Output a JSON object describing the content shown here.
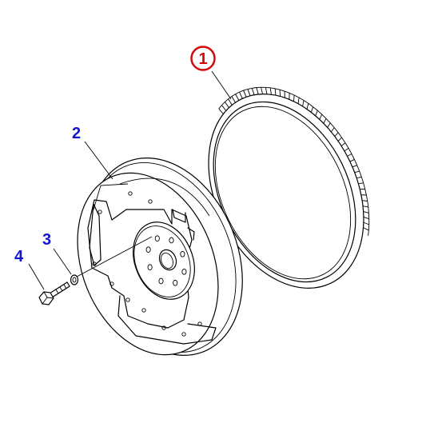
{
  "callouts": {
    "ring_gear": "1",
    "flywheel": "2",
    "washer": "3",
    "bolt": "4"
  },
  "colors": {
    "callout_blue": "#1414d2",
    "callout_highlight": "#d20a0a",
    "line": "#000000",
    "background": "#ffffff"
  }
}
